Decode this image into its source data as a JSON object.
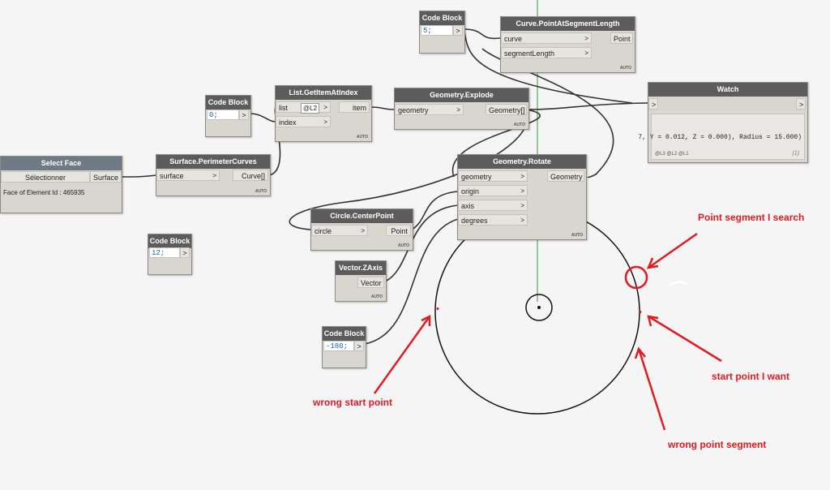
{
  "nodes": {
    "select_face": {
      "title": "Select Face",
      "button": "Sélectionner",
      "output": "Surface",
      "info": "Face of Element Id : 465935"
    },
    "perimeter": {
      "title": "Surface.PerimeterCurves",
      "input": "surface",
      "output": "Curve[]",
      "auto": "AUTO"
    },
    "cb1": {
      "title": "Code Block",
      "code": "0;",
      "out": ">"
    },
    "get_item": {
      "title": "List.GetItemAtIndex",
      "in1": "list",
      "in2": "index",
      "level": "@L2",
      "output": "item",
      "auto": "AUTO"
    },
    "explode": {
      "title": "Geometry.Explode",
      "input": "geometry",
      "output": "Geometry[]",
      "auto": "AUTO"
    },
    "cb5": {
      "title": "Code Block",
      "code": "5;",
      "out": ">"
    },
    "point_at_seg": {
      "title": "Curve.PointAtSegmentLength",
      "in1": "curve",
      "in2": "segmentLength",
      "output": "Point",
      "auto": "AUTO"
    },
    "watch": {
      "title": "Watch",
      "in": ">",
      "out": ">",
      "value": "7, Y = 0.012, Z = 0.000), Radius = 15.000)",
      "levels": "@L3 @L2 @L1",
      "count": "{1}"
    },
    "rotate": {
      "title": "Geometry.Rotate",
      "in1": "geometry",
      "in2": "origin",
      "in3": "axis",
      "in4": "degrees",
      "output": "Geometry",
      "auto": "AUTO"
    },
    "center_point": {
      "title": "Circle.CenterPoint",
      "input": "circle",
      "output": "Point",
      "auto": "AUTO"
    },
    "cb12": {
      "title": "Code Block",
      "code": "12;",
      "out": ">"
    },
    "zaxis": {
      "title": "Vector.ZAxis",
      "output": "Vector",
      "auto": "AUTO"
    },
    "cb180": {
      "title": "Code Block",
      "code": "-180;",
      "out": ">"
    }
  },
  "annotations": {
    "point_segment_search": "Point segment I search",
    "start_point_want": "start point I want",
    "wrong_start_point": "wrong start point",
    "wrong_point_segment": "wrong point segment"
  },
  "colors": {
    "annotation": "#e11b22",
    "axis_line": "#2e9c3a",
    "wire": "#333333",
    "node_header": "#5c5c5c"
  }
}
